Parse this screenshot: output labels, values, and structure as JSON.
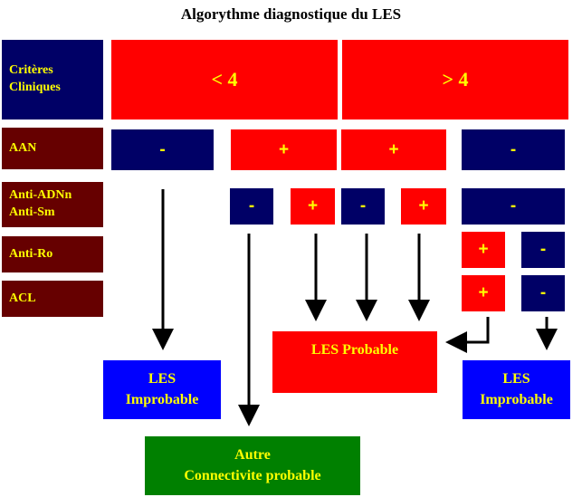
{
  "title": "Algorythme diagnostique du LES",
  "colors": {
    "label_bg_criteria": "#000066",
    "label_bg": "#660000",
    "positive_bg": "#ff0000",
    "negative_bg": "#000066",
    "result_improbable_bg": "#0000ff",
    "result_probable_bg": "#ff0000",
    "result_other_bg": "#008000",
    "text": "#ffff00"
  },
  "rows": {
    "criteria": "Critères\nCliniques",
    "aan": "AAN",
    "anti_adn": "Anti-ADNn\nAnti-Sm",
    "anti_ro": "Anti-Ro",
    "acl": "ACL"
  },
  "criteria": {
    "low": "< 4",
    "high": "> 4"
  },
  "aan": {
    "c1": "-",
    "c2": "+",
    "c3": "+",
    "c4": "-"
  },
  "anti_adn": {
    "c2_neg": "-",
    "c2_pos": "+",
    "c3_neg": "-",
    "c3_pos": "+",
    "c4": "-"
  },
  "anti_ro": {
    "pos": "+",
    "neg": "-"
  },
  "acl": {
    "pos": "+",
    "neg": "-"
  },
  "results": {
    "improbable_left": "LES\nImprobable",
    "probable": "LES Probable",
    "improbable_right": "LES\nImprobable",
    "other": "Autre\nConnectivite probable"
  }
}
